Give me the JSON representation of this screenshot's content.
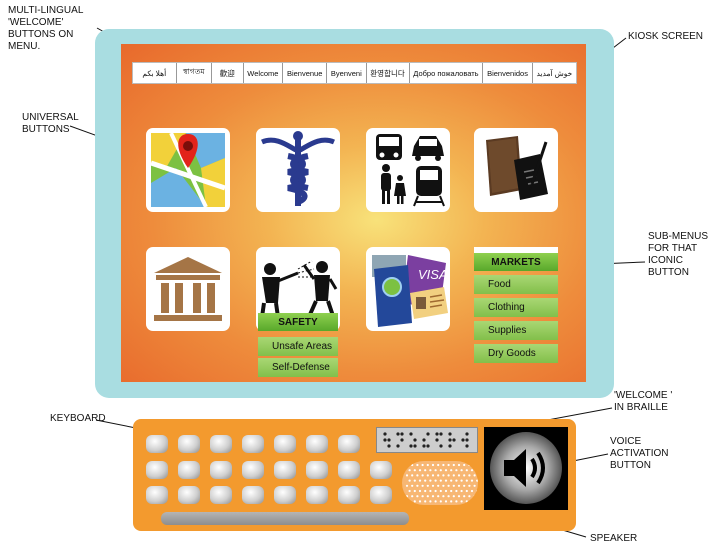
{
  "labels": {
    "multilingual": "MULTI-LINGUAL\n'WELCOME'\nBUTTONS ON\nMENU.",
    "kiosk_screen": "KIOSK SCREEN",
    "universal": "UNIVERSAL\nBUTTONS",
    "submenus": "SUB-MENUS\nFOR THAT\nICONIC BUTTON",
    "keyboard": "KEYBOARD",
    "braille": "'WELCOME '\nIN BRAILLE",
    "voice": "VOICE\nACTIVATION\nBUTTON",
    "speaker": "SPEAKER"
  },
  "languages": [
    "أهلا بكم",
    "স্বাগতম",
    "歡迎",
    "Welcome",
    "Bienvenue",
    "Byenveni",
    "환영합니다",
    "Добро пожаловать",
    "Bienvenidos",
    "خوش آمدید"
  ],
  "tiles": [
    {
      "name": "map-icon",
      "icon": "map"
    },
    {
      "name": "medical-caduceus-icon",
      "icon": "caduceus"
    },
    {
      "name": "transportation-icon",
      "icon": "transport"
    },
    {
      "name": "documents-writing-icon",
      "icon": "docs"
    },
    {
      "name": "government-building-icon",
      "icon": "bank"
    },
    {
      "name": "safety-pepper-spray-icon",
      "icon": "safety"
    },
    {
      "name": "passport-visa-icon",
      "icon": "passport"
    },
    {
      "name": "markets-icon",
      "icon": "none"
    }
  ],
  "safety_menu": {
    "header": "SAFETY",
    "items": [
      "Unsafe Areas",
      "Self-Defense"
    ]
  },
  "markets_menu": {
    "header": "MARKETS",
    "items": [
      "Food",
      "Clothing",
      "Supplies",
      "Dry Goods"
    ]
  },
  "colors": {
    "frame": "#a9dde1",
    "screen_edge": "#e8692c",
    "screen_center": "#f8e27a",
    "keyboard": "#f39a2e",
    "submenu_green": "#82bf4a",
    "pin_red": "#e2231a"
  }
}
